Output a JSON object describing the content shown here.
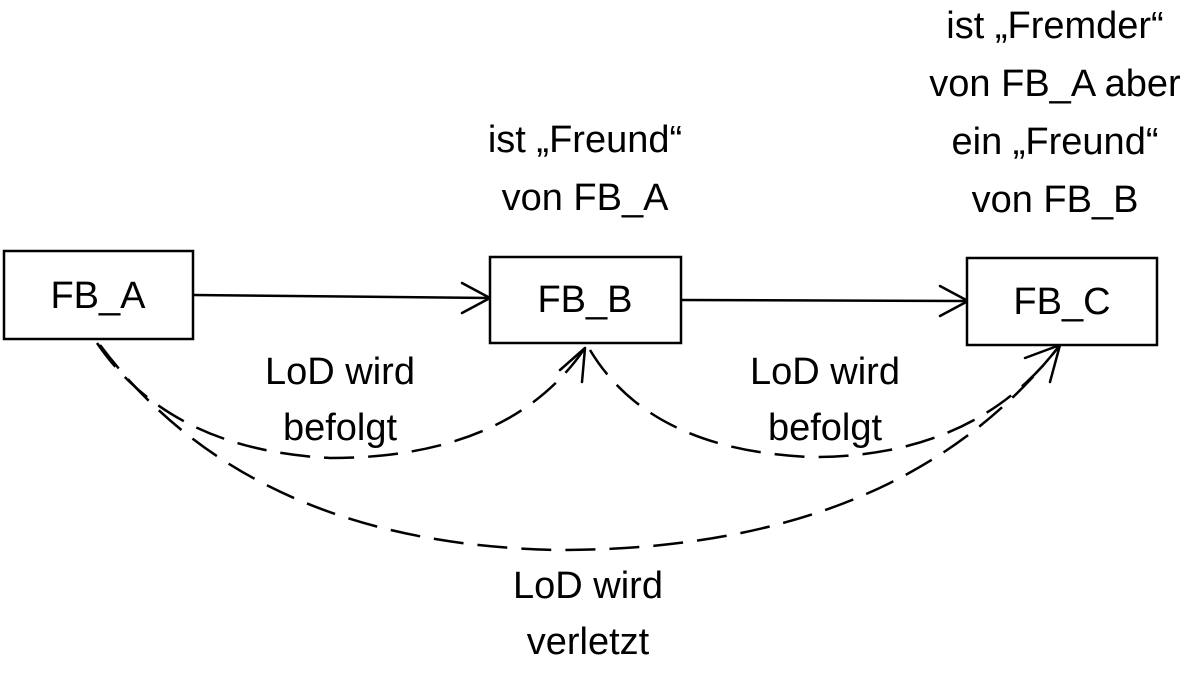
{
  "nodes": {
    "a": {
      "label": "FB_A"
    },
    "b": {
      "label": "FB_B"
    },
    "c": {
      "label": "FB_C"
    }
  },
  "notes": {
    "b": [
      "ist „Freund“",
      "von FB_A"
    ],
    "c": [
      "ist „Fremder“",
      "von FB_A aber",
      "ein „Freund“",
      "von FB_B"
    ]
  },
  "edge_labels": {
    "a_to_b": [
      "LoD wird",
      "befolgt"
    ],
    "b_to_c": [
      "LoD wird",
      "befolgt"
    ],
    "a_to_c": [
      "LoD wird",
      "verletzt"
    ]
  }
}
